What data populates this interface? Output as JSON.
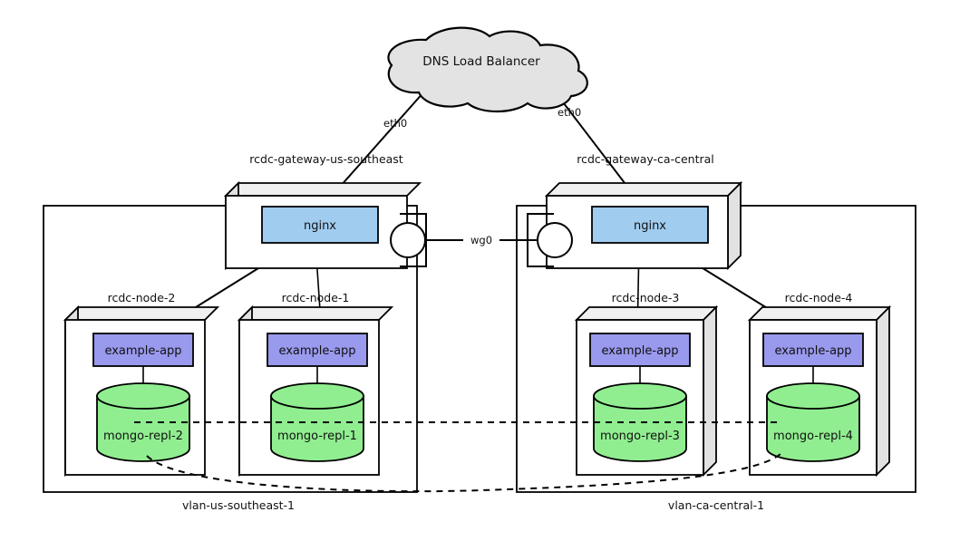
{
  "diagram": {
    "title": "DNS Load Balancer network topology",
    "cloud": {
      "label": "DNS Load Balancer"
    },
    "interfaces": {
      "eth0_left": "eth0",
      "eth0_right": "eth0",
      "wg0": "wg0"
    },
    "gateways": [
      {
        "id": "gw-left",
        "label": "rcdc-gateway-us-southeast",
        "service": "nginx"
      },
      {
        "id": "gw-right",
        "label": "rcdc-gateway-ca-central",
        "service": "nginx"
      }
    ],
    "nodes": [
      {
        "id": "node-2",
        "label": "rcdc-node-2",
        "app": "example-app",
        "db": "mongo-repl-2"
      },
      {
        "id": "node-1",
        "label": "rcdc-node-1",
        "app": "example-app",
        "db": "mongo-repl-1"
      },
      {
        "id": "node-3",
        "label": "rcdc-node-3",
        "app": "example-app",
        "db": "mongo-repl-3"
      },
      {
        "id": "node-4",
        "label": "rcdc-node-4",
        "app": "example-app",
        "db": "mongo-repl-4"
      }
    ],
    "vlans": [
      {
        "id": "vlan-left",
        "label": "vlan-us-southeast-1"
      },
      {
        "id": "vlan-right",
        "label": "vlan-ca-central-1"
      }
    ],
    "colors": {
      "nginx_fill": "#a0ccf0",
      "app_fill": "#9999ee",
      "db_fill": "#90ee90",
      "cloud_fill": "#e3e3e3",
      "box_top": "#f0f0f0",
      "box_side": "#e2e2e2",
      "stroke": "#000000",
      "background": "#ffffff"
    }
  }
}
